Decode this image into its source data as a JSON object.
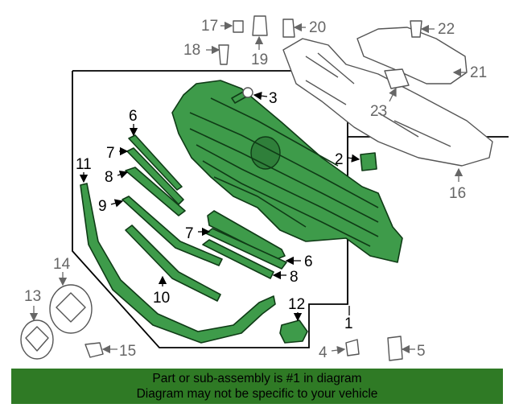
{
  "callouts": {
    "c1": "1",
    "c2": "2",
    "c3": "3",
    "c4": "4",
    "c5": "5",
    "c6a": "6",
    "c6b": "6",
    "c7a": "7",
    "c7b": "7",
    "c8a": "8",
    "c8b": "8",
    "c9": "9",
    "c10": "10",
    "c11": "11",
    "c12": "12",
    "c13": "13",
    "c14": "14",
    "c15": "15",
    "c16": "16",
    "c17": "17",
    "c18": "18",
    "c19": "19",
    "c20": "20",
    "c21": "21",
    "c22": "22",
    "c23": "23"
  },
  "footer": {
    "line1": "Part or sub-assembly is #1 in diagram",
    "line2": "Diagram may not be specific to your vehicle"
  },
  "colors": {
    "highlight_part": "#3e9b4a",
    "footer_bg": "#2f7a25",
    "other_part_outline": "#555555"
  }
}
